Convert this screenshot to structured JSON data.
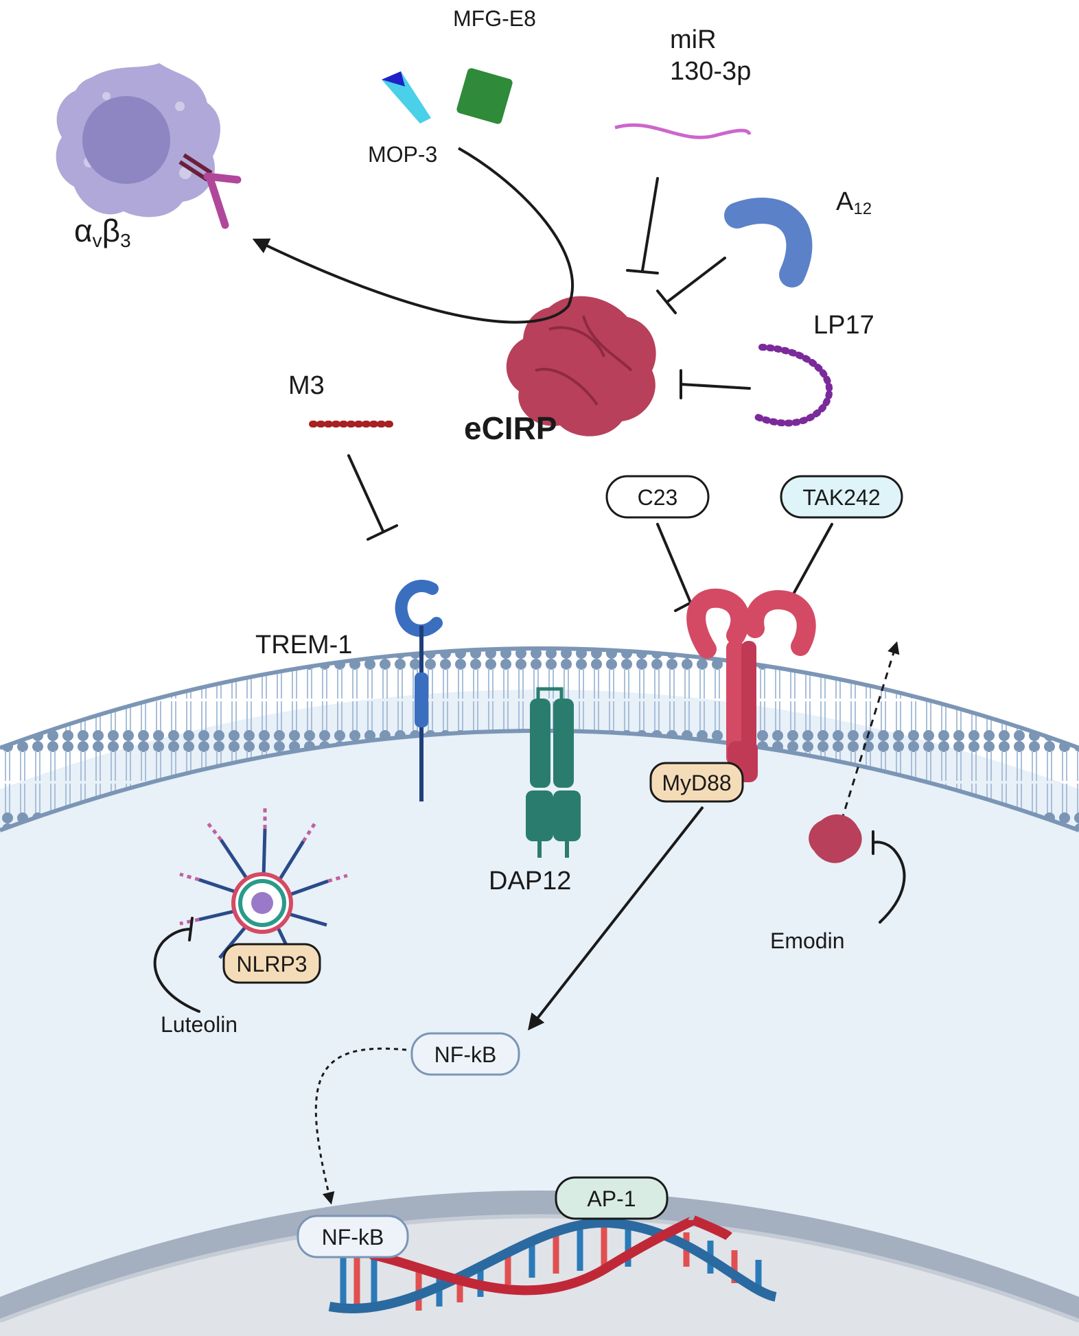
{
  "labels": {
    "mfge8": "MFG-E8",
    "mop3": "MOP-3",
    "mir": "miR",
    "mir_num": "130-3p",
    "a12_main": "A",
    "a12_sub": "12",
    "lp17": "LP17",
    "m3": "M3",
    "ecirp": "eCIRP",
    "avb3_a": "α",
    "avb3_asub": "v",
    "avb3_b": "β",
    "avb3_bsub": "3",
    "trem1": "TREM-1",
    "dap12": "DAP12",
    "emodin": "Emodin",
    "luteolin": "Luteolin"
  },
  "pills": {
    "c23": "C23",
    "tak242": "TAK242",
    "myd88": "MyD88",
    "nlrp3": "NLRP3",
    "nfkb_cyto": "NF-kB",
    "nfkb_nuc": "NF-kB",
    "ap1": "AP-1"
  },
  "colors": {
    "ecirp": "#b8405a",
    "tlr4": "#d44a64",
    "membrane": "#7b95b5",
    "cytoplasm": "#e8f0f8",
    "nucleus": "#e0e3e8",
    "trem1": "#3a6fc0",
    "dap12": "#2a7d6e",
    "mfge8": "#2f8a3a",
    "mop3": "#4ad0e8",
    "a12": "#5b82c8",
    "lp17": "#7a2a9a",
    "m3": "#a82020",
    "mir": "#cc66cc",
    "integrin": "#b0479a",
    "macrophage": "#b0a8d8",
    "myd88_fill": "#f5dcb8",
    "nf_fill": "#eef3fa",
    "ap1_fill": "#d8ece4",
    "tak_fill": "#dff4f8"
  }
}
